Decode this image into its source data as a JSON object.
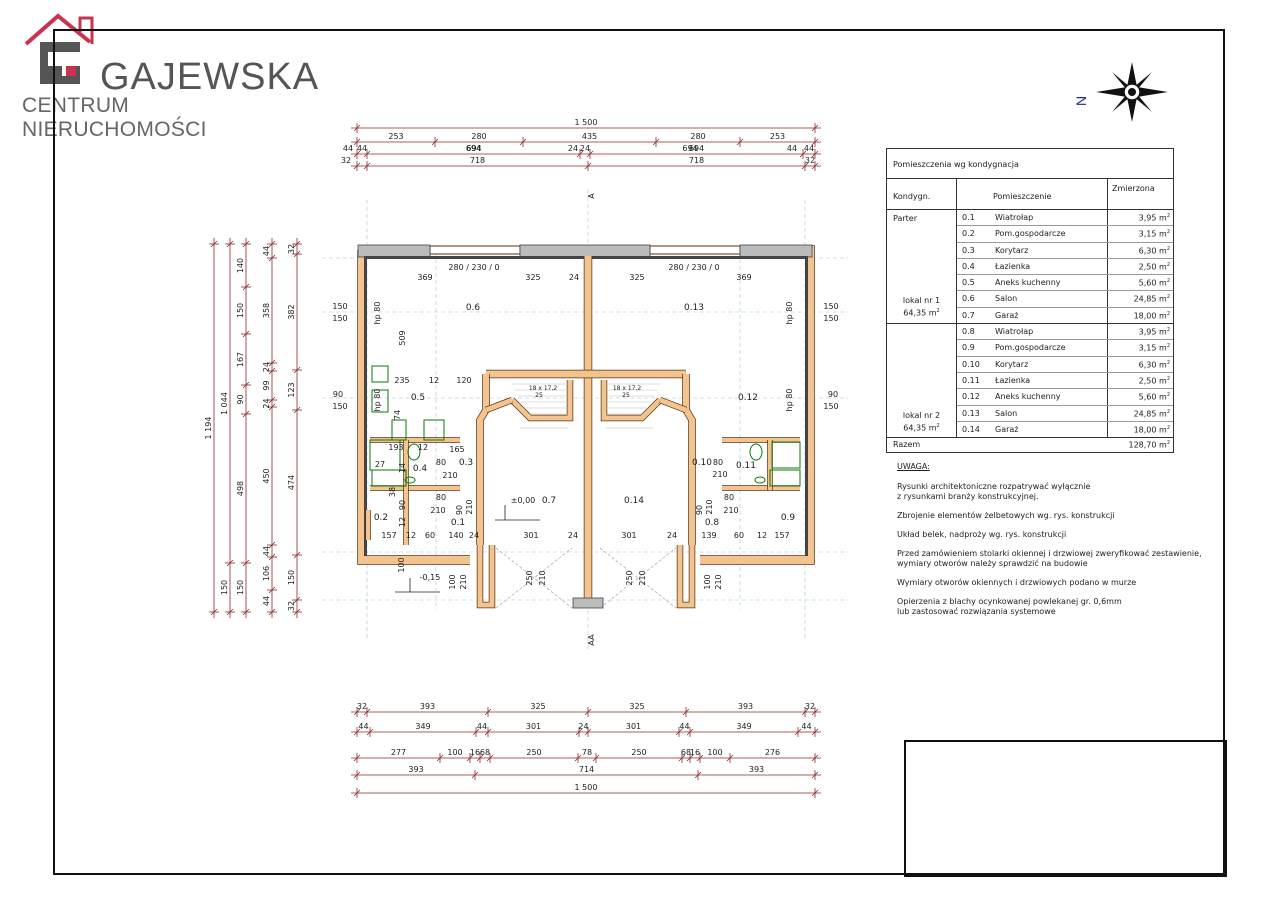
{
  "logo": {
    "name": "GAJEWSKA",
    "tagline": "CENTRUM NIERUCHOMOŚCI",
    "accent_color": "#c8334d",
    "grey_color": "#555555"
  },
  "compass": {
    "label": "N",
    "icon": "compass-rose-icon"
  },
  "room_table": {
    "title": "Pomieszczenia wg kondygnacja",
    "col_level": "Kondygn.",
    "col_room": "Pomieszczenie",
    "col_area": "Zmierzona",
    "level": "Parter",
    "groups": [
      {
        "unit": "lokal nr 1",
        "unit_area": "64,35 m",
        "rows": [
          {
            "no": "0.1",
            "name": "Wiatrołap",
            "area": "3,95 m"
          },
          {
            "no": "0.2",
            "name": "Pom.gospodarcze",
            "area": "3,15 m"
          },
          {
            "no": "0.3",
            "name": "Korytarz",
            "area": "6,30 m"
          },
          {
            "no": "0.4",
            "name": "Łazienka",
            "area": "2,50 m"
          },
          {
            "no": "0.5",
            "name": "Aneks kuchenny",
            "area": "5,60 m"
          },
          {
            "no": "0.6",
            "name": "Salon",
            "area": "24,85 m"
          },
          {
            "no": "0.7",
            "name": "Garaż",
            "area": "18,00 m"
          }
        ]
      },
      {
        "unit": "lokal nr 2",
        "unit_area": "64,35 m",
        "rows": [
          {
            "no": "0.8",
            "name": "Wiatrołap",
            "area": "3,95 m"
          },
          {
            "no": "0.9",
            "name": "Pom.gospodarcze",
            "area": "3,15 m"
          },
          {
            "no": "0.10",
            "name": "Korytarz",
            "area": "6,30 m"
          },
          {
            "no": "0.11",
            "name": "Łazienka",
            "area": "2,50 m"
          },
          {
            "no": "0.12",
            "name": "Aneks kuchenny",
            "area": "5,60 m"
          },
          {
            "no": "0.13",
            "name": "Salon",
            "area": "24,85 m"
          },
          {
            "no": "0.14",
            "name": "Garaż",
            "area": "18,00 m"
          }
        ]
      }
    ],
    "total_label": "Razem",
    "total_area": "128,70 m",
    "unit_sup": "2"
  },
  "notes": {
    "heading": "UWAGA:",
    "items": [
      "Rysunki architektoniczne rozpatrywać wyłącznie\nz rysunkami branży konstrukcyjnej.",
      "Zbrojenie elementów żelbetowych wg. rys. konstrukcji",
      "Układ belek, nadproży wg. rys. konstrukcji",
      "Przed zamówieniem stolarki okiennej i drzwiowej zweryfikować zestawienie,\nwymiary otworów należy sprawdzić na budowie",
      "Wymiary otworów okiennych i drzwiowych podano w murze",
      "Opierzenia z blachy ocynkowanej powlekanej gr. 0,6mm\nlub zastosować rozwiązania systemowe"
    ]
  },
  "plan": {
    "dim_top_1": [
      "1 500"
    ],
    "dim_top_2": [
      "253",
      "280",
      "435",
      "280",
      "253"
    ],
    "dim_top_3": [
      "44",
      "694",
      "24",
      "694",
      "44"
    ],
    "dim_top_4": [
      "32",
      "718",
      "718",
      "32"
    ],
    "dim_bot_1": [
      "32",
      "393",
      "325",
      "325",
      "393",
      "32"
    ],
    "dim_bot_2": [
      "44",
      "349",
      "44",
      "301",
      "24",
      "301",
      "44",
      "349",
      "44"
    ],
    "dim_bot_3": [
      "277",
      "100",
      "16",
      "68",
      "250",
      "78",
      "250",
      "68",
      "16",
      "100",
      "276"
    ],
    "dim_bot_4": [
      "393",
      "714",
      "393"
    ],
    "dim_bot_5": [
      "1 500"
    ],
    "dim_left_1": [
      "1 194"
    ],
    "dim_left_2": [
      "1 044",
      "150"
    ],
    "dim_left_3": [
      "140",
      "150",
      "167",
      "90",
      "498",
      "150"
    ],
    "dim_left_4": [
      "44",
      "358",
      "24",
      "99",
      "24",
      "450",
      "44",
      "106",
      "44"
    ],
    "dim_left_5": [
      "32",
      "382",
      "123",
      "474",
      "150",
      "32"
    ],
    "side_dims": [
      "150",
      "150",
      "90",
      "150",
      "150",
      "150",
      "90",
      "150"
    ],
    "sill_labels": [
      "hp 80",
      "hp 80",
      "hp 80",
      "hp 80"
    ],
    "section_labels": [
      "A",
      "A",
      "AA"
    ],
    "room_labels": [
      "0.6",
      "0.13",
      "0.5",
      "0.12",
      "0.3",
      "0.4",
      "0.10",
      "0.11",
      "0.7",
      "0.14",
      "0.2",
      "0.1",
      "0.8",
      "0.9"
    ],
    "inner_dims": [
      "280 / 230 / 0",
      "369",
      "325",
      "24",
      "325",
      "369",
      "280 / 230 / 0",
      "509",
      "235",
      "12",
      "120",
      "165",
      "80",
      "210",
      "80",
      "210",
      "90",
      "210",
      "157",
      "12",
      "60",
      "140",
      "24",
      "301",
      "24",
      "301",
      "24",
      "139",
      "60",
      "12",
      "157",
      "80",
      "210",
      "80",
      "210",
      "90",
      "210",
      "18 x 17,2",
      "25",
      "18 x 17,2",
      "25",
      "250",
      "210",
      "250",
      "210",
      "100",
      "210",
      "100",
      "210",
      "74",
      "193",
      "12",
      "27",
      "14",
      "38",
      "90",
      "12",
      "100"
    ],
    "elevations": [
      "±0,00",
      "-0,15"
    ]
  }
}
